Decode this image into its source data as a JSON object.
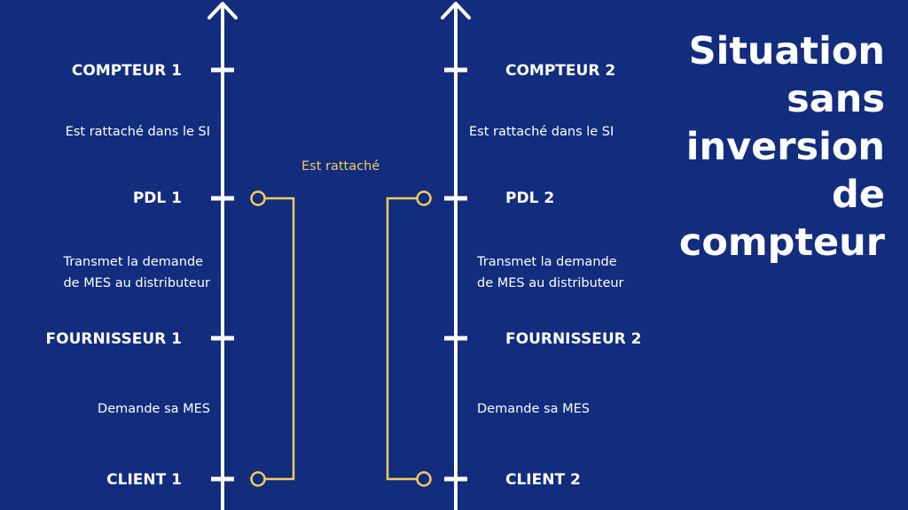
{
  "title": "Situation\nsans\ninversion\nde\ncompteur",
  "colors": {
    "background": "#122c7e",
    "axis": "#ffffff",
    "link": "#f2cd5c",
    "text": "#ffffff"
  },
  "left_column": {
    "nodes": [
      "COMPTEUR 1",
      "PDL 1",
      "FOURNISSEUR 1",
      "CLIENT 1"
    ],
    "descriptions": [
      "Est rattaché dans le SI",
      "Transmet la demande\nde MES au distributeur",
      "Demande sa MES"
    ]
  },
  "right_column": {
    "nodes": [
      "COMPTEUR 2",
      "PDL 2",
      "FOURNISSEUR 2",
      "CLIENT 2"
    ],
    "descriptions": [
      "Est rattaché dans le SI",
      "Transmet la demande\nde MES au distributeur",
      "Demande sa MES"
    ]
  },
  "link_label": "Est rattaché"
}
